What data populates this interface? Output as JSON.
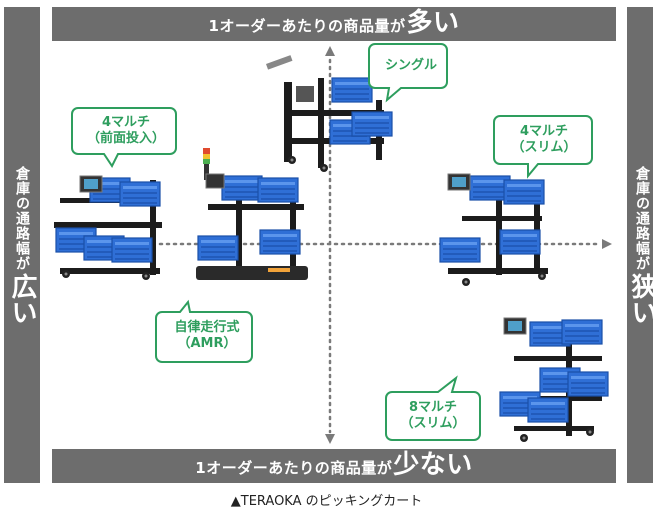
{
  "axes": {
    "top_prefix": "1オーダーあたりの商品量が",
    "top_emph": "多い",
    "bottom_prefix": "1オーダーあたりの商品量が",
    "bottom_emph": "少ない",
    "left_small": "倉庫の通路幅が",
    "left_big": "広い",
    "right_small": "倉庫の通路幅が",
    "right_big": "狭い"
  },
  "callouts": {
    "single": "シングル",
    "multi4_front_line1": "4マルチ",
    "multi4_front_line2": "（前面投入）",
    "multi4_slim_line1": "4マルチ",
    "multi4_slim_line2": "（スリム）",
    "amr_line1": "自律走行式",
    "amr_line2": "（AMR）",
    "multi8_slim_line1": "8マルチ",
    "multi8_slim_line2": "（スリム）"
  },
  "caption": "▲TERAOKA のピッキングカート",
  "colors": {
    "band": "#6d6d6d",
    "callout_green": "#2e9e5e",
    "crate_blue": "#2f6fd6",
    "frame_black": "#1c1c1c",
    "axis_gray": "#7a7a7a"
  }
}
